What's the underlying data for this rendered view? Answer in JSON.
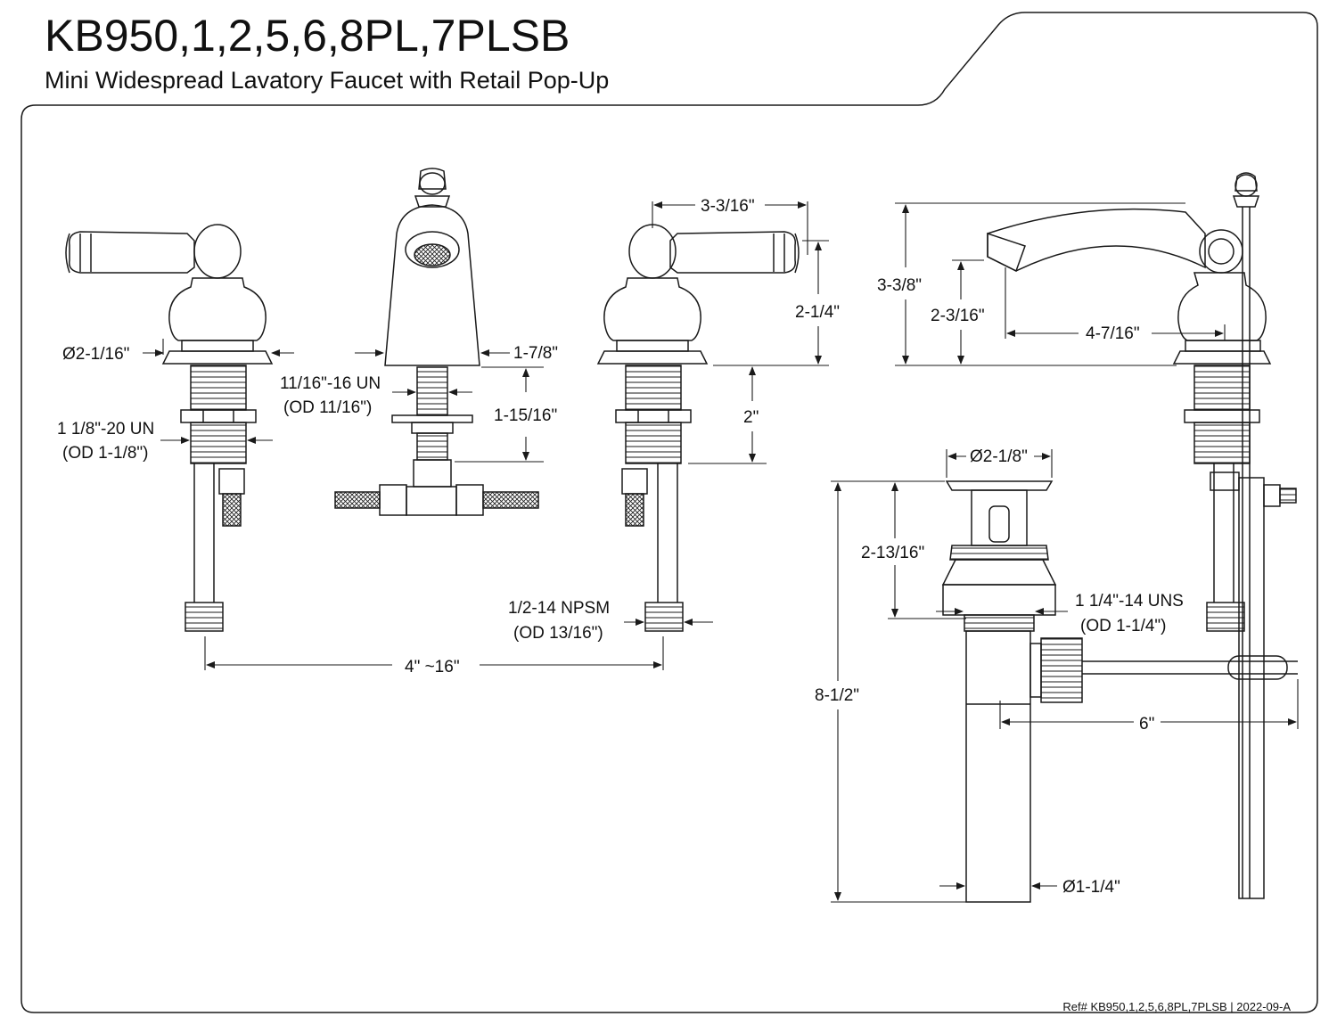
{
  "header": {
    "model_title": "KB950,1,2,5,6,8PL,7PLSB",
    "subtitle": "Mini Widespread Lavatory Faucet with Retail Pop-Up"
  },
  "footer": {
    "ref": "Ref# KB950,1,2,5,6,8PL,7PLSB | 2022-09-A"
  },
  "dimensions": {
    "handle_diameter": "Ø2-1/16\"",
    "handle_thread": "1 1/8\"-20 UN",
    "handle_thread_od": "(OD 1-1/8\")",
    "spout_thread": "11/16\"-16 UN",
    "spout_thread_od": "(OD 11/16\")",
    "spout_width": "1-7/8\"",
    "spout_shank": "1-15/16\"",
    "handle_reach": "3-3/16\"",
    "handle_height": "2-1/4\"",
    "shank_length": "2\"",
    "supply_thread": "1/2-14 NPSM",
    "supply_thread_od": "(OD 13/16\")",
    "spread": "4\" ~16\"",
    "spout_total_height": "3-3/8\"",
    "spout_clearance": "2-3/16\"",
    "spout_reach": "4-7/16\"",
    "drain_flange_diameter": "Ø2-1/8\"",
    "drain_body_height": "2-13/16\"",
    "drain_thread": "1 1/4\"-14 UNS",
    "drain_thread_od": "(OD 1-1/4\")",
    "drain_total_length": "8-1/2\"",
    "pivot_rod_length": "6\"",
    "tailpiece_diameter": "Ø1-1/4\""
  },
  "colors": {
    "line": "#1a1a1a",
    "background": "#ffffff"
  }
}
